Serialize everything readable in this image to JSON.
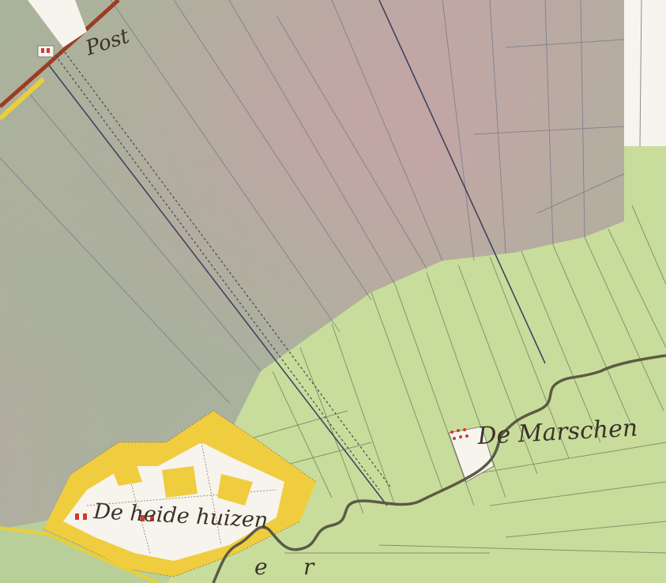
{
  "map": {
    "labels": {
      "post_road": "Post",
      "marschen": "De Marschen",
      "heide_huizen": "De heide huizen",
      "letters_e": "e",
      "letters_r": "r"
    },
    "colors": {
      "heath": "#b9a6a0",
      "heath_green": "#a9b795",
      "meadow": "#c8dd9c",
      "settlement_white": "#f7f4ee",
      "settlement_yellow": "#f0cd3e",
      "road_red": "#9c3c24",
      "river": "#5c5a44",
      "ink": "#3a3328",
      "building_red": "#d23a32"
    }
  }
}
